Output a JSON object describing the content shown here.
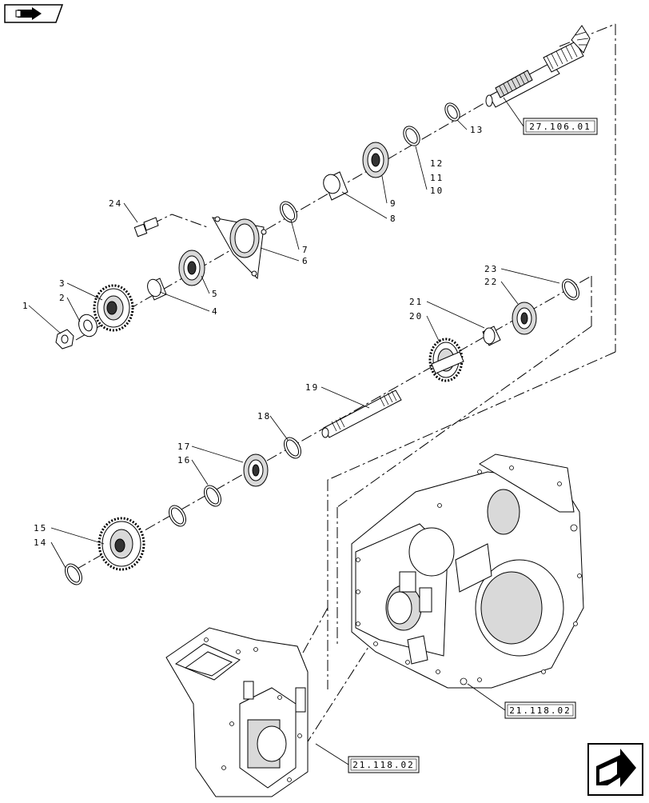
{
  "nav": {
    "prev_icon": "back-arrow-icon",
    "next_icon": "forward-arrow-icon"
  },
  "refs": {
    "top": "27.106.01",
    "right": "21.118.02",
    "bottom": "21.118.02"
  },
  "callouts": [
    "1",
    "2",
    "3",
    "4",
    "5",
    "6",
    "7",
    "8",
    "9",
    "10",
    "11",
    "12",
    "13",
    "14",
    "15",
    "16",
    "17",
    "18",
    "19",
    "20",
    "21",
    "22",
    "23",
    "24"
  ]
}
